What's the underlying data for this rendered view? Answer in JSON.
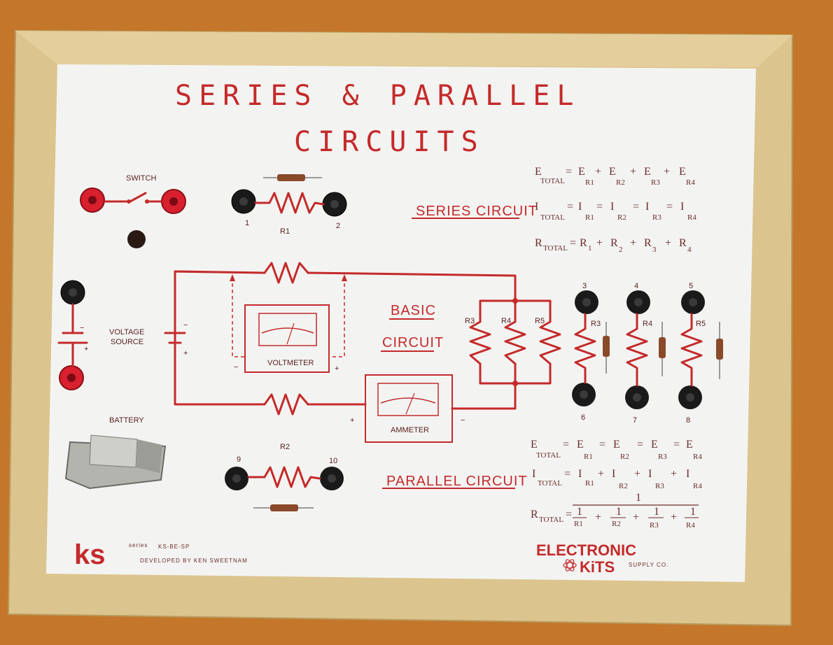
{
  "title": {
    "line1": "SERIES & PARALLEL",
    "line2": "CIRCUITS"
  },
  "labels": {
    "switch": "SWITCH",
    "voltage_source_1": "VOLTAGE",
    "voltage_source_2": "SOURCE",
    "battery": "BATTERY",
    "voltmeter": "VOLTMETER",
    "ammeter": "AMMETER",
    "basic": "BASIC",
    "circuit": "CIRCUIT",
    "series_circuit": "SERIES CIRCUIT",
    "parallel_circuit": "PARALLEL CIRCUIT",
    "plus": "+",
    "minus": "−",
    "r1": "R1",
    "r2": "R2",
    "r3": "R3",
    "r4": "R4",
    "r5": "R5",
    "t1": "1",
    "t2": "2",
    "t3": "3",
    "t4": "4",
    "t5": "5",
    "t6": "6",
    "t7": "7",
    "t8": "8",
    "t9": "9",
    "t10": "10"
  },
  "formulas": {
    "E": "E",
    "I": "I",
    "R": "R",
    "total": "TOTAL",
    "eq": "=",
    "plus": "+",
    "one": "1",
    "s_r1": "R1",
    "s_r2": "R2",
    "s_r3": "R3",
    "s_r4": "R4",
    "n1": "1",
    "n2": "2",
    "n3": "3",
    "n4": "4"
  },
  "brand": {
    "ks": "ks",
    "series": "series",
    "model": "KS-BE-SP",
    "developed": "DEVELOPED BY KEN SWEETNAM",
    "electronic": "ELECTRONIC",
    "kits": "KiTS",
    "supply": "SUPPLY CO."
  },
  "colors": {
    "ink": "#c42a2a",
    "board": "#f3f4f2",
    "frame": "#dcc48e",
    "wall": "#c4762a"
  }
}
